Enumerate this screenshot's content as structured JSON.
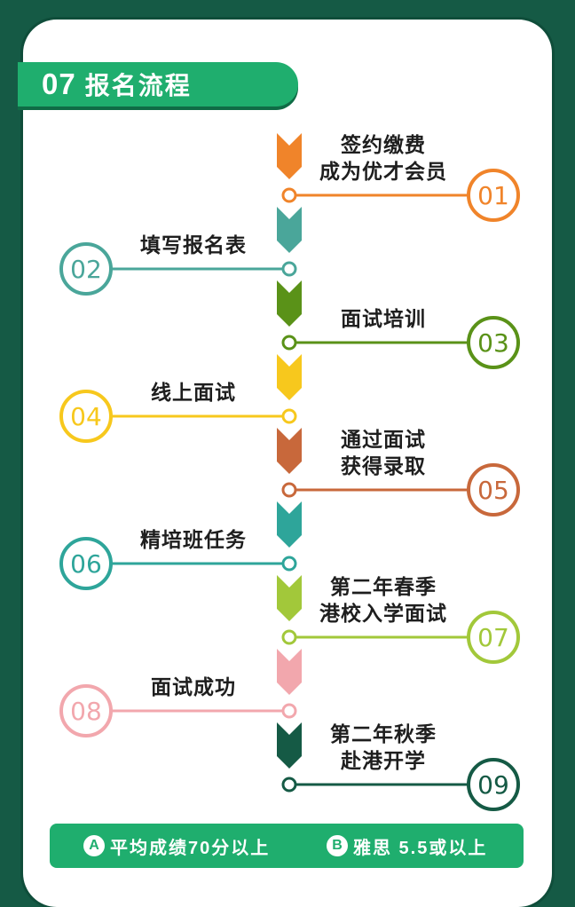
{
  "section": {
    "number": "07",
    "title": "报名流程"
  },
  "steps": [
    {
      "number": "01",
      "lines": [
        "签约缴费",
        "成为优才会员"
      ],
      "color": "#f0842a",
      "side": "right"
    },
    {
      "number": "02",
      "lines": [
        "填写报名表"
      ],
      "color": "#4aa69a",
      "side": "left"
    },
    {
      "number": "03",
      "lines": [
        "面试培训"
      ],
      "color": "#5a9218",
      "side": "right"
    },
    {
      "number": "04",
      "lines": [
        "线上面试"
      ],
      "color": "#f7c81d",
      "side": "left"
    },
    {
      "number": "05",
      "lines": [
        "通过面试",
        "获得录取"
      ],
      "color": "#c8683b",
      "side": "right"
    },
    {
      "number": "06",
      "lines": [
        "精培班任务"
      ],
      "color": "#2ea59a",
      "side": "left"
    },
    {
      "number": "07",
      "lines": [
        "第二年春季",
        "港校入学面试"
      ],
      "color": "#a2c83a",
      "side": "right"
    },
    {
      "number": "08",
      "lines": [
        "面试成功"
      ],
      "color": "#f2a7ad",
      "side": "left"
    },
    {
      "number": "09",
      "lines": [
        "第二年秋季",
        "赴港开学"
      ],
      "color": "#155a45",
      "side": "right"
    }
  ],
  "requirements": [
    {
      "letter": "A",
      "text": "平均成绩70分以上"
    },
    {
      "letter": "B",
      "text": "雅思 5.5或以上"
    }
  ]
}
